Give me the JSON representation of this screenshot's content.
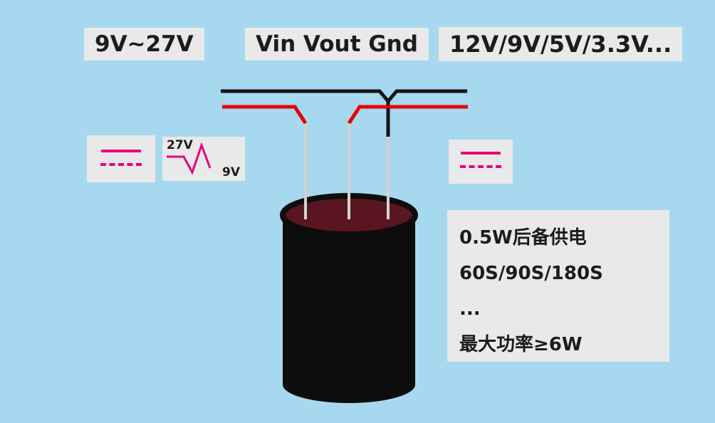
{
  "diagram": {
    "input_label": "9V~27V",
    "pin_labels": "Vin Vout Gnd",
    "output_label": "12V/9V/5V/3.3V...",
    "waveform": {
      "high": "27V",
      "low": "9V"
    },
    "specs": {
      "lines": [
        "0.5W后备供电",
        "60S/90S/180S",
        "...",
        "最大功率≥6W"
      ]
    }
  },
  "icons": {
    "left_dc": "dc-voltage-icon",
    "right_dc": "dc-voltage-icon",
    "dip": "voltage-dip-waveform-icon",
    "capacitor": "supercapacitor-icon"
  },
  "colors": {
    "background": "#a6d9ef",
    "box_gray": "#e9e9e9",
    "accent_pink": "#e6007e",
    "wire_red": "#e60000",
    "wire_black": "#141414",
    "lead_gray": "#d2d2d2",
    "capacitor_body": "#0d0d0d",
    "capacitor_top": "#5a1620",
    "text": "#1c1c1c"
  }
}
